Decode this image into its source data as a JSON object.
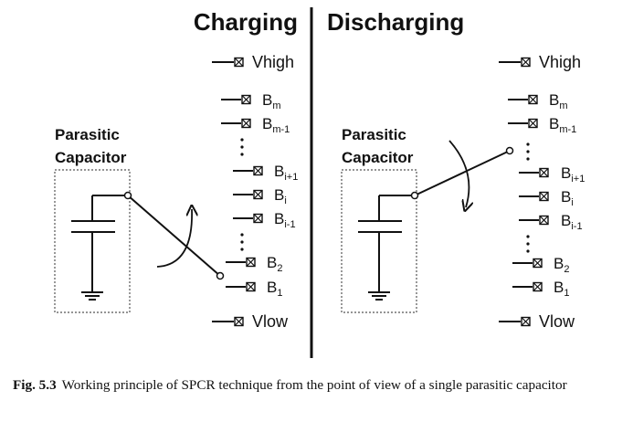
{
  "headings": {
    "charging": "Charging",
    "discharging": "Discharging"
  },
  "capacitor_label_line1": "Parasitic",
  "capacitor_label_line2": "Capacitor",
  "terminals": {
    "vhigh": "Vhigh",
    "vlow": "Vlow",
    "bm": {
      "base": "B",
      "sub": "m"
    },
    "bm1": {
      "base": "B",
      "sub": "m-1"
    },
    "bi1": {
      "base": "B",
      "sub": "i+1"
    },
    "bi": {
      "base": "B",
      "sub": "i"
    },
    "bim1": {
      "base": "B",
      "sub": "i-1"
    },
    "b2": {
      "base": "B",
      "sub": "2"
    },
    "b1": {
      "base": "B",
      "sub": "1"
    }
  },
  "caption": {
    "label": "Fig. 5.3",
    "text": "Working principle of SPCR technique from the point of view of a single parasitic capacitor"
  },
  "colors": {
    "ink": "#111111",
    "dashed_box": "#555555"
  },
  "icons": {
    "terminal": "boxed-x-terminal-icon",
    "capacitor": "capacitor-symbol-icon",
    "ground": "ground-symbol-icon",
    "switch": "switch-arm-icon",
    "rotation": "curved-arrow-icon"
  }
}
